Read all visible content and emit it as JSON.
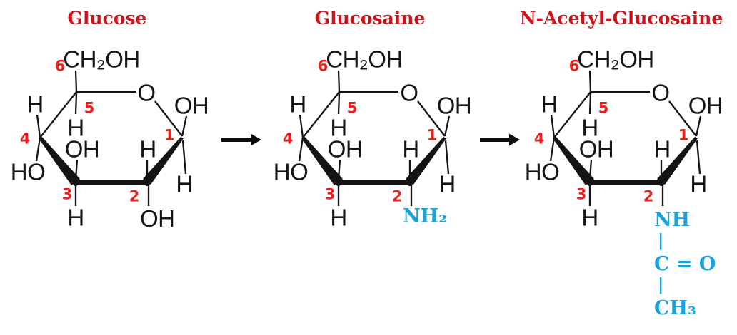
{
  "colors": {
    "background": "#ffffff",
    "title_red": "#cd1319",
    "number_red": "#e9201f",
    "bond_black": "#141414",
    "substituent_cyan": "#1ba2dc"
  },
  "reaction": {
    "arrow_count": 2,
    "sequence": [
      "Glucose",
      "Glucosaine",
      "N-Acetyl-Glucosaine"
    ]
  },
  "molecules": [
    {
      "id": "glucose",
      "title": "Glucose",
      "numbers": {
        "n1": "1",
        "n2": "2",
        "n3": "3",
        "n4": "4",
        "n5": "5",
        "n6": "6"
      },
      "labels": {
        "ch2oh": "CH₂OH",
        "ring_o": "O",
        "oh_c1": "OH",
        "h_c4": "H",
        "h_c5": "H",
        "oh_c3": "OH",
        "h_c2": "H",
        "ho_c4": "HO",
        "h_c1": "H",
        "h_c3": "H"
      },
      "c2_substituent": {
        "highlight": false,
        "rows": [
          "OH"
        ]
      }
    },
    {
      "id": "glucosaine",
      "title": "Glucosaine",
      "numbers": {
        "n1": "1",
        "n2": "2",
        "n3": "3",
        "n4": "4",
        "n5": "5",
        "n6": "6"
      },
      "labels": {
        "ch2oh": "CH₂OH",
        "ring_o": "O",
        "oh_c1": "OH",
        "h_c4": "H",
        "h_c5": "H",
        "oh_c3": "OH",
        "h_c2": "H",
        "ho_c4": "HO",
        "h_c1": "H",
        "h_c3": "H"
      },
      "c2_substituent": {
        "highlight": true,
        "rows": [
          "NH₂"
        ]
      }
    },
    {
      "id": "n-acetyl-glucosaine",
      "title": "N-Acetyl-Glucosaine",
      "numbers": {
        "n1": "1",
        "n2": "2",
        "n3": "3",
        "n4": "4",
        "n5": "5",
        "n6": "6"
      },
      "labels": {
        "ch2oh": "CH₂OH",
        "ring_o": "O",
        "oh_c1": "OH",
        "h_c4": "H",
        "h_c5": "H",
        "oh_c3": "OH",
        "h_c2": "H",
        "ho_c4": "HO",
        "h_c1": "H",
        "h_c3": "H"
      },
      "c2_substituent": {
        "highlight": true,
        "rows": [
          "NH",
          "|",
          "C = O",
          "|",
          "CH₃"
        ]
      }
    }
  ]
}
